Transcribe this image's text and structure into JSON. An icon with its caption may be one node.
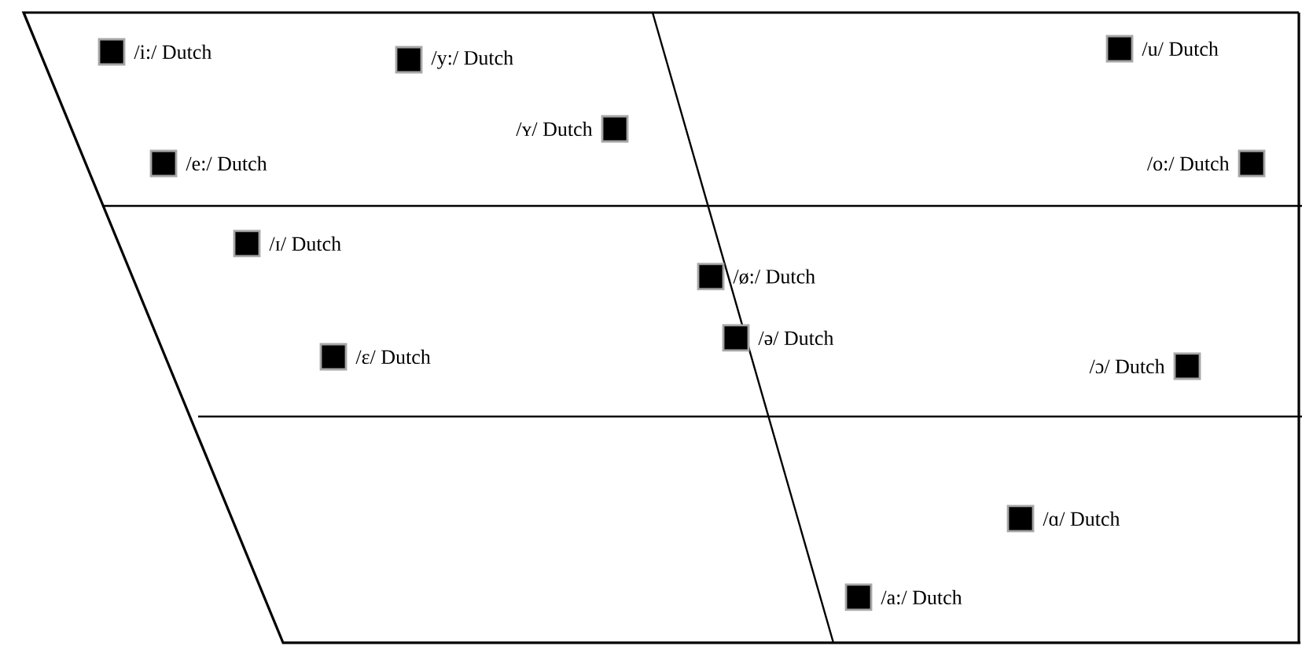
{
  "diagram": {
    "labels": [
      "/i:/ Dutch",
      "/y:/ Dutch",
      "/u/ Dutch",
      "/ʏ/ Dutch",
      "/o:/ Dutch",
      "/e:/ Dutch",
      "/ɪ/ Dutch",
      "/ø:/ Dutch",
      "/ə/ Dutch",
      "/ɛ/ Dutch",
      "/ɔ/ Dutch",
      "/ɑ/ Dutch",
      "/a:/ Dutch"
    ]
  }
}
